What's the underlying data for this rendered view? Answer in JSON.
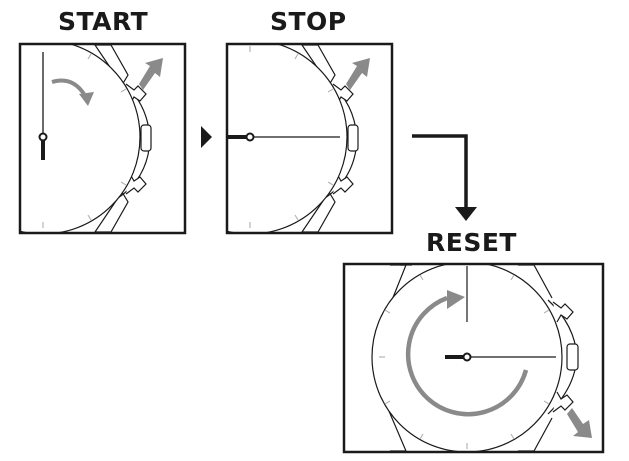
{
  "steps": {
    "start": {
      "label": "START"
    },
    "stop": {
      "label": "STOP"
    },
    "reset": {
      "label": "RESET"
    }
  },
  "colors": {
    "ink": "#1a1a1a",
    "arrow_gray": "#8a8a8a",
    "tick_gray": "#b5b5b5",
    "background": "#ffffff"
  },
  "icons": {
    "press_indicator": "press-arrow-icon",
    "sequence_next": "triangle-right-icon",
    "sequence_down": "elbow-arrow-down-icon",
    "motion": "curved-arrow-icon"
  }
}
